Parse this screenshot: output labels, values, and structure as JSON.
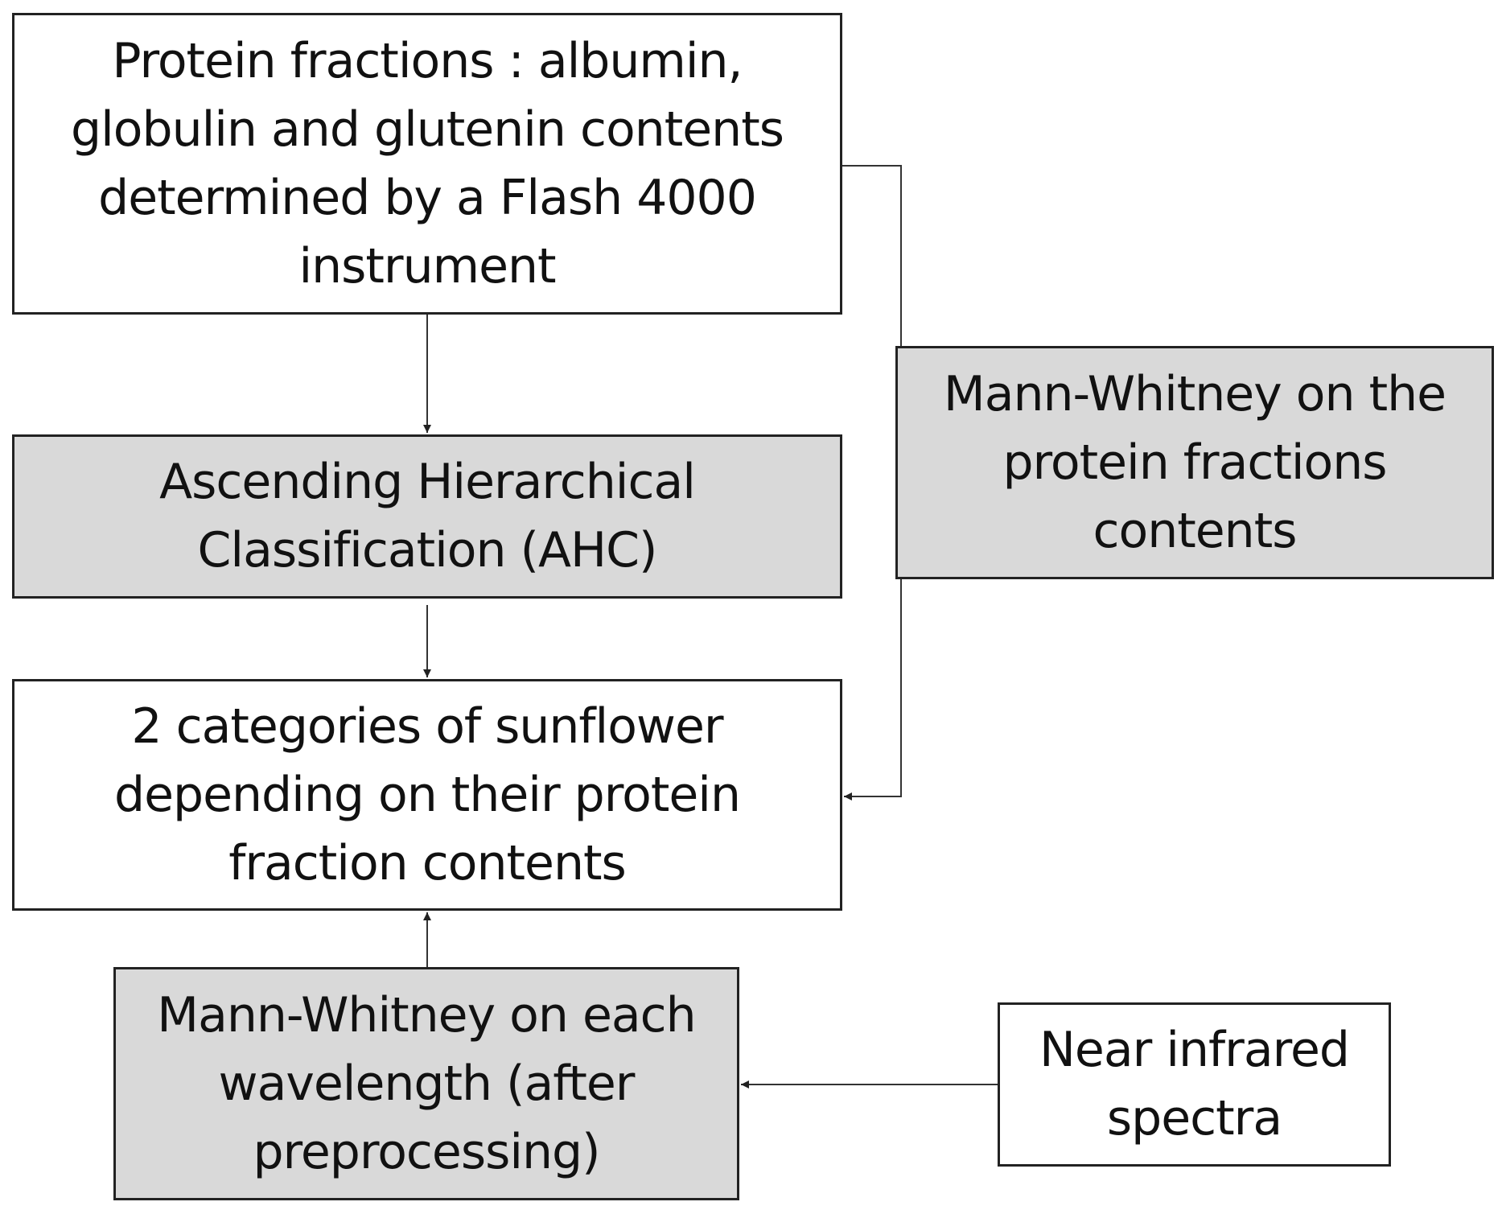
{
  "diagram": {
    "nodes": [
      {
        "id": "protein-fractions",
        "style": "white",
        "lines": [
          "Protein fractions : albumin,",
          "globulin and glutenin contents",
          "determined by a Flash 4000",
          "instrument"
        ]
      },
      {
        "id": "ahc",
        "style": "grey",
        "lines": [
          "Ascending Hierarchical",
          "Classification (AHC)"
        ]
      },
      {
        "id": "mw-protein",
        "style": "grey",
        "lines": [
          "Mann-Whitney on the",
          "protein fractions",
          "contents"
        ]
      },
      {
        "id": "categories",
        "style": "white",
        "lines": [
          "2 categories of sunflower",
          "depending on their protein",
          "fraction contents"
        ]
      },
      {
        "id": "mw-wavelength",
        "style": "grey",
        "lines": [
          "Mann-Whitney on each",
          "wavelength (after",
          "preprocessing)"
        ]
      },
      {
        "id": "nir",
        "style": "white",
        "lines": [
          "Near infrared",
          "spectra"
        ]
      }
    ],
    "edges": [
      {
        "from": "protein-fractions",
        "to": "ahc"
      },
      {
        "from": "ahc",
        "to": "categories"
      },
      {
        "from": "protein-fractions",
        "to": "categories",
        "via": "mw-protein"
      },
      {
        "from": "mw-wavelength",
        "to": "categories"
      },
      {
        "from": "nir",
        "to": "mw-wavelength"
      }
    ],
    "colors": {
      "box_fill_white": "#ffffff",
      "box_fill_grey": "#d9d9d9",
      "box_border": "#222222",
      "connector": "#333333",
      "text": "#111111"
    }
  }
}
